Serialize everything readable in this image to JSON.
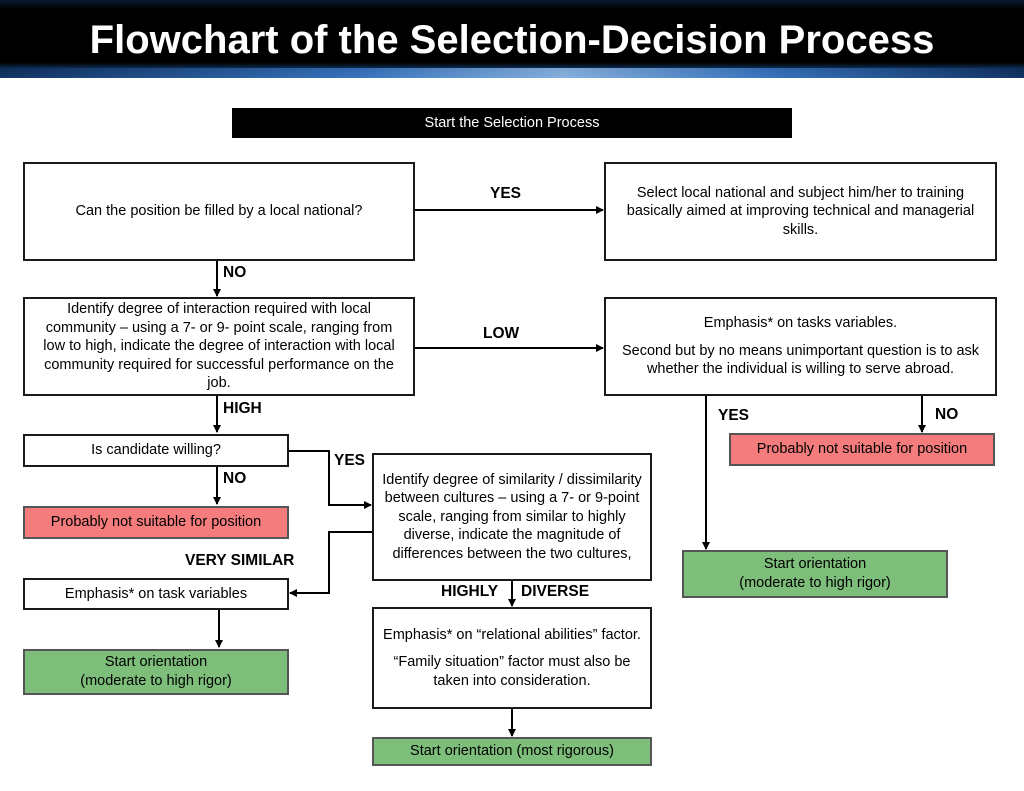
{
  "title": "Flowchart of the Selection-Decision Process",
  "nodes": {
    "start": "Start the Selection Process",
    "q_local": "Can the position be filled by a local national?",
    "select_local": "Select local national and subject him/her to training basically aimed at improving technical and managerial skills.",
    "identify_interaction": "Identify degree of interaction required with local community – using a 7- or 9- point scale, ranging from low to high, indicate the degree of interaction with local community required for successful performance on the job.",
    "emphasis_tasks_1": "Emphasis* on tasks variables.",
    "emphasis_tasks_2": "Second but by no means unimportant question is to ask whether the individual is willing to serve abroad.",
    "q_willing": "Is candidate willing?",
    "not_suitable_left": "Probably not suitable for position",
    "not_suitable_right": "Probably not suitable for position",
    "identify_similarity": "Identify degree of similarity / dissimilarity between cultures – using a 7- or 9-point scale, ranging from similar to highly diverse, indicate the magnitude of differences between the two cultures,",
    "emphasis_task_variables": "Emphasis* on task variables",
    "orientation_left_1": "Start orientation",
    "orientation_left_2": "(moderate to high rigor)",
    "orientation_right_1": "Start orientation",
    "orientation_right_2": "(moderate to high rigor)",
    "emphasis_relational_1": "Emphasis* on “relational abilities” factor.",
    "emphasis_relational_2": "“Family situation” factor must also be taken into consideration.",
    "orientation_most": "Start orientation (most rigorous)"
  },
  "labels": {
    "yes_top": "YES",
    "no_local": "NO",
    "low": "LOW",
    "high": "HIGH",
    "yes_right": "YES",
    "no_right": "NO",
    "yes_willing": "YES",
    "no_willing": "NO",
    "very_similar": "VERY SIMILAR",
    "highly": "HIGHLY",
    "diverse": "DIVERSE"
  },
  "colors": {
    "red_box": "#f47c7c",
    "green_box": "#7dbf7a",
    "start_box": "#000000"
  }
}
